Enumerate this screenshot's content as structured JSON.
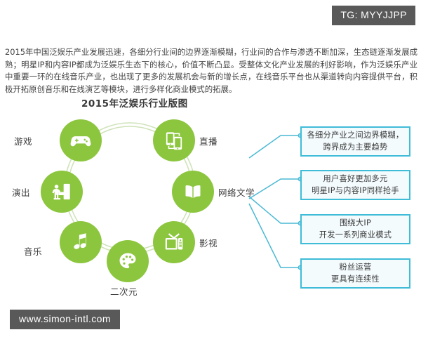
{
  "watermarks": {
    "top_tag": "TG: MYYJJPP",
    "bottom_url": "www.simon-intl.com"
  },
  "intro": {
    "paragraph": "2015年中国泛娱乐产业发展迅速，各细分行业间的边界逐渐模糊，行业间的合作与渗透不断加深，生态链逐渐发展成熟；明星IP和内容IP都成为泛娱乐生态下的核心，价值不断凸显。受整体文化产业发展的利好影响，作为泛娱乐产业中重要一环的在线音乐产业，也出现了更多的发展机会与新的增长点，在线音乐平台也从渠道转向内容提供平台，积极开拓原创音乐和在线演艺等模块，进行多样化商业模式的拓展。"
  },
  "chart": {
    "title": "2015年泛娱乐行业版图",
    "accent_green": "#8cc63e",
    "accent_cyan": "#3fbcd8",
    "nodes": [
      {
        "id": "games",
        "label": "游戏",
        "icon": "gamepad-icon"
      },
      {
        "id": "live",
        "label": "直播",
        "icon": "smartphones-icon"
      },
      {
        "id": "weblit",
        "label": "网络文学",
        "icon": "open-book-icon"
      },
      {
        "id": "film-tv",
        "label": "影视",
        "icon": "television-icon"
      },
      {
        "id": "acg",
        "label": "二次元",
        "icon": "palette-icon"
      },
      {
        "id": "music",
        "label": "音乐",
        "icon": "music-note-icon"
      },
      {
        "id": "performance",
        "label": "演出",
        "icon": "piano-player-icon"
      }
    ],
    "callouts": [
      {
        "id": "callout-1",
        "line1": "各细分产业之间边界模糊，",
        "line2": "跨界成为主要趋势"
      },
      {
        "id": "callout-2",
        "line1": "用户喜好更加多元",
        "line2": "明星IP与内容IP同样抢手"
      },
      {
        "id": "callout-3",
        "line1": "围绕大IP",
        "line2": "开发一系列商业模式"
      },
      {
        "id": "callout-4",
        "line1": "粉丝运营",
        "line2": "更具有连续性"
      }
    ]
  },
  "chart_data": {
    "type": "diagram",
    "title": "2015年泛娱乐行业版图",
    "layout": "ring-of-nodes-with-callouts",
    "categories": [
      "游戏",
      "直播",
      "网络文学",
      "影视",
      "二次元",
      "音乐",
      "演出"
    ],
    "annotations": [
      "各细分产业之间边界模糊，跨界成为主要趋势",
      "用户喜好更加多元 明星IP与内容IP同样抢手",
      "围绕大IP 开发一系列商业模式",
      "粉丝运营 更具有连续性"
    ],
    "legend": "none",
    "grid": false
  }
}
